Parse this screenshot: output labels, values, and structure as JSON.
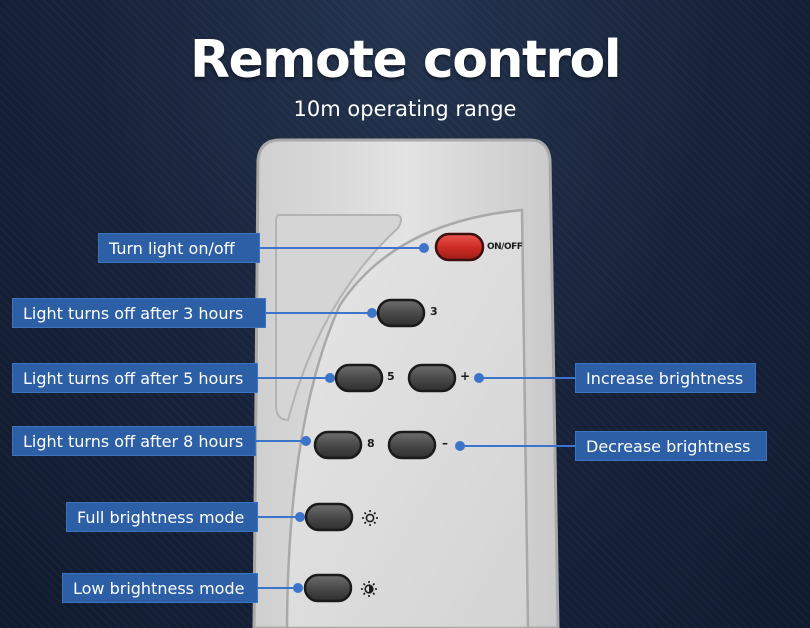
{
  "title": "Remote control",
  "subtitle": "10m operating range",
  "colors": {
    "callout_bg": "#2d5fa6",
    "connector": "#3b74c8",
    "power_button": "#d4302a",
    "button_dark": "#444444",
    "remote_body": "#dddddd"
  },
  "buttons": {
    "onoff": "ON/OFF",
    "timer3": "3",
    "timer5": "5",
    "plus": "+",
    "timer8": "8",
    "minus": "–",
    "full_icon": "sun-outline-icon",
    "low_icon": "sun-half-filled-icon"
  },
  "callouts": {
    "turn_on_off": "Turn light on/off",
    "off_3h": "Light turns off after 3 hours",
    "off_5h": "Light turns off after 5 hours",
    "off_8h": "Light turns off after 8 hours",
    "full_mode": "Full brightness mode",
    "low_mode": "Low brightness mode",
    "increase": "Increase brightness",
    "decrease": "Decrease brightness"
  }
}
